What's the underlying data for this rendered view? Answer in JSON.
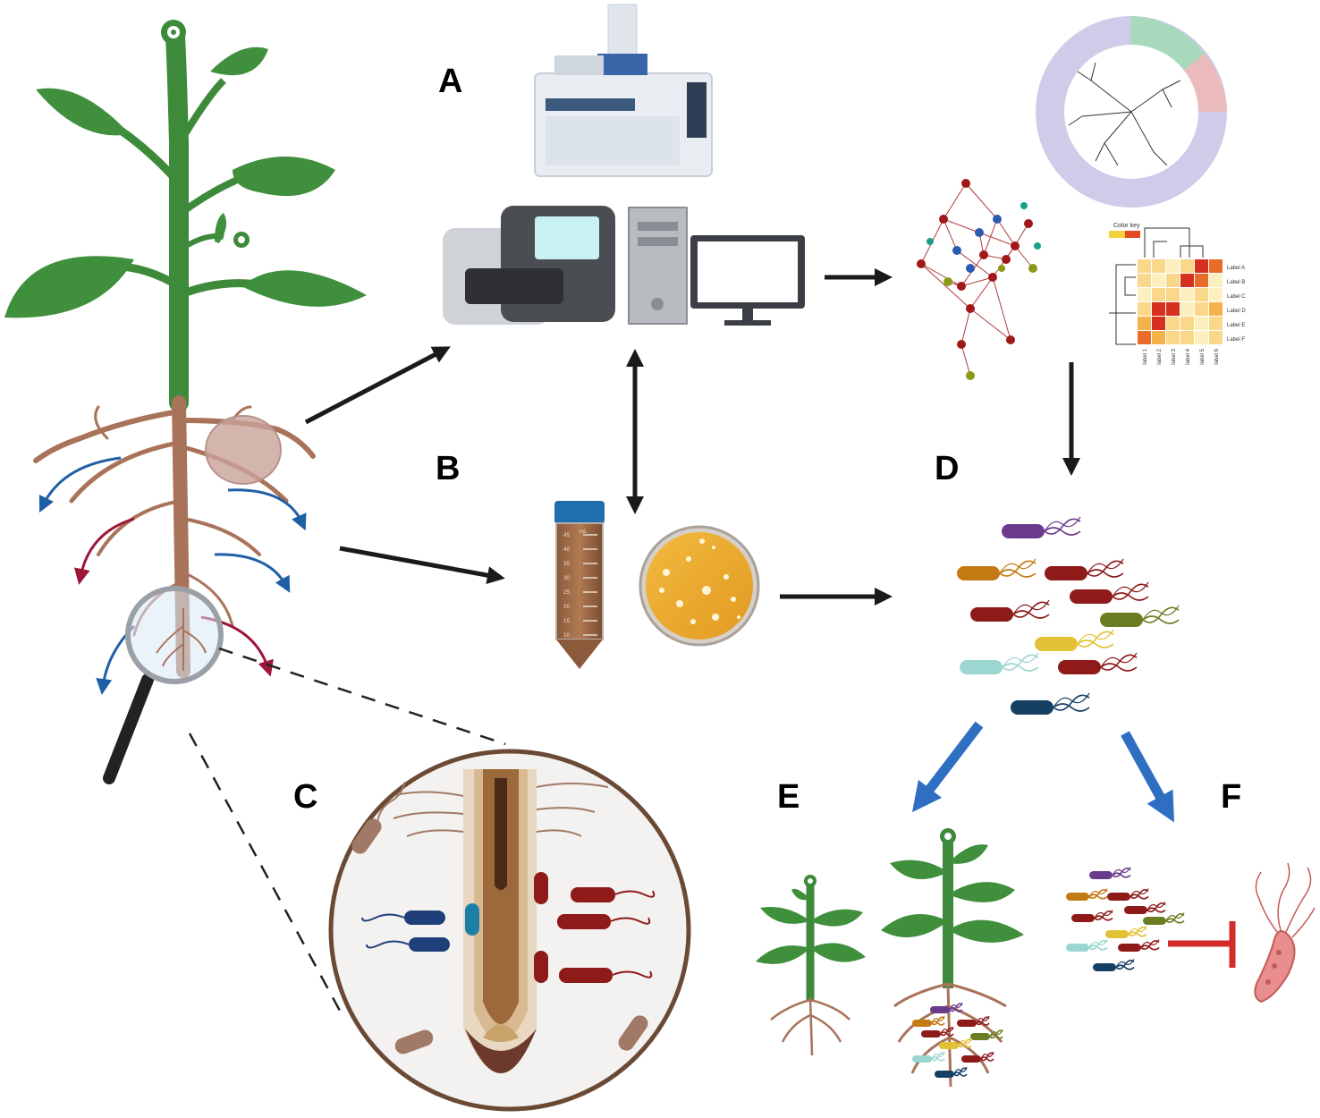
{
  "panels": {
    "a": "A",
    "b": "B",
    "c": "C",
    "d": "D",
    "e": "E",
    "f": "F"
  },
  "heatmap": {
    "color_key_title": "Color key",
    "row_labels": [
      "Label A",
      "Label B",
      "Label C",
      "Label D",
      "Label E",
      "Label F"
    ],
    "col_labels": [
      "label 1",
      "label 2",
      "label 3",
      "label 4",
      "label 5",
      "label 6"
    ]
  },
  "tube": {
    "scale_unit": "mL",
    "scale_marks": [
      "45",
      "40",
      "35",
      "30",
      "25",
      "20",
      "15",
      "10"
    ]
  },
  "colors": {
    "stem_green": "#3d8a3a",
    "leaf_green": "#3f8f3c",
    "root_brown": "#a9735a",
    "arrow_black": "#1a1a1a",
    "arrow_blue": "#2f6fc2",
    "inhibit_red": "#d42a2a",
    "exudate_blue": "#1f5fa6",
    "exudate_red": "#9c1638",
    "petri_orange": "#eaa62e"
  },
  "bacteria_palette": [
    "#6a3a8c",
    "#c47a12",
    "#8e1a1a",
    "#6b7d23",
    "#e2c234",
    "#9bd6d0",
    "#163f66"
  ]
}
